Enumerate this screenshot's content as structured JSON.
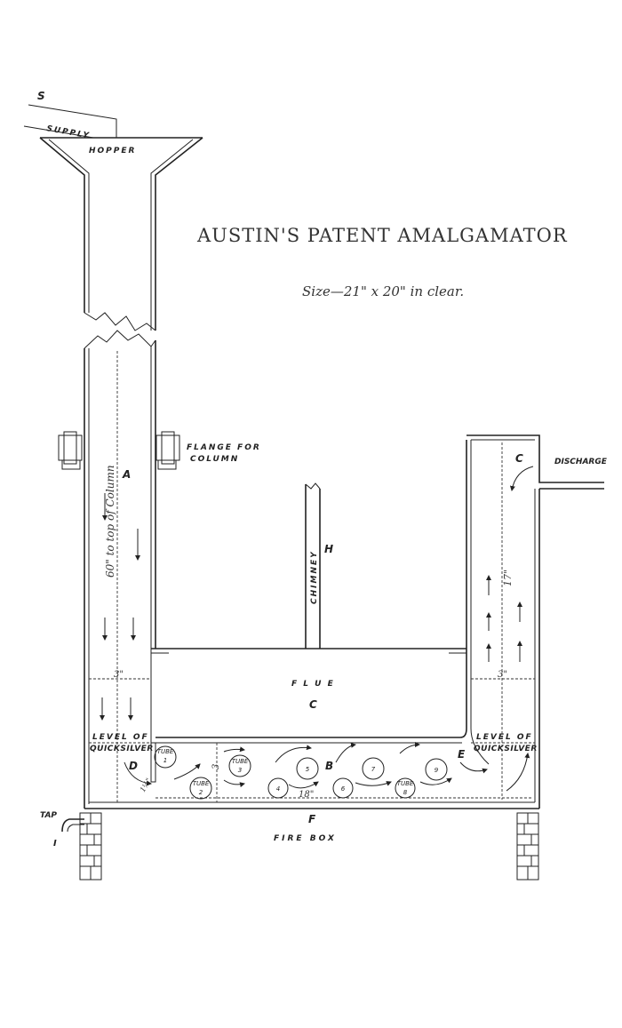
{
  "title": "AUSTIN'S PATENT AMALGAMATOR",
  "subtitle": "Size—21\" x 20\" in clear.",
  "labels": {
    "s": "S",
    "supply": "SUPPLY",
    "hopper": "HOPPER",
    "flange_1": "FLANGE FOR",
    "flange_2": "COLUMN",
    "a": "A",
    "column_dim": "60\" to top of Column",
    "chimney": "CHIMNEY",
    "h": "H",
    "c_top": "C",
    "discharge": "DISCHARGE",
    "flue": "F L U E",
    "c_flue": "C",
    "dim_3_left": "3\"",
    "dim_3_right": "3\"",
    "dim_17": "17\"",
    "dim_3_vert": "3",
    "dim_18": "18\"",
    "dim_1half": "1½\"",
    "level_left_1": "LEVEL OF",
    "level_left_2": "QUICKSILVER",
    "level_right_1": "LEVEL OF",
    "level_right_2": "QUICKSILVER",
    "d": "D",
    "b": "B",
    "e": "E",
    "f": "F",
    "fire_box": "FIRE   BOX",
    "tap": "TAP",
    "i": "I"
  },
  "tubes": [
    {
      "word": "TUBE",
      "num": "1"
    },
    {
      "word": "TUBE",
      "num": "2"
    },
    {
      "word": "TUBE",
      "num": "3"
    },
    {
      "word": "",
      "num": "4"
    },
    {
      "word": "",
      "num": "5"
    },
    {
      "word": "",
      "num": "6"
    },
    {
      "word": "",
      "num": "7"
    },
    {
      "word": "TUBE",
      "num": "8"
    },
    {
      "word": "",
      "num": "9"
    }
  ]
}
